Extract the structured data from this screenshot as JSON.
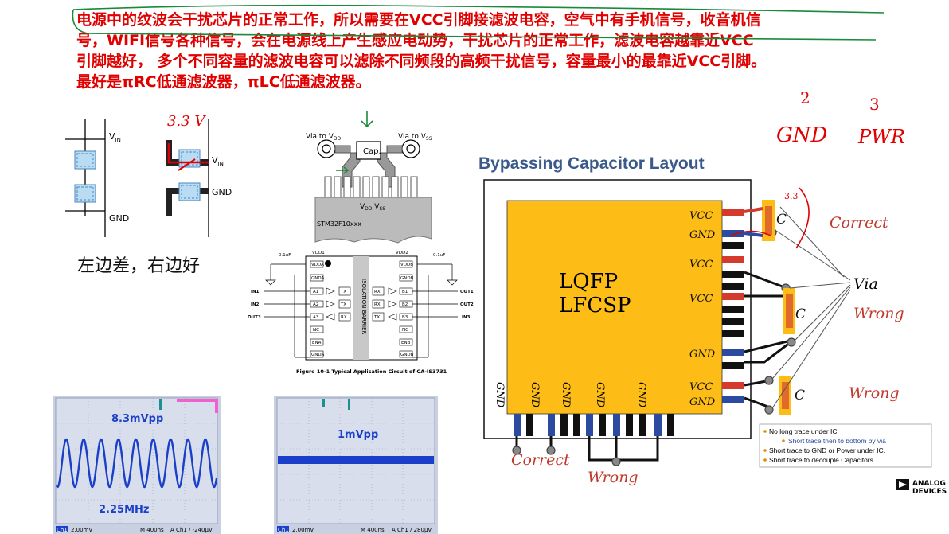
{
  "note": {
    "line1": "电源中的纹波会干扰芯片的正常工作，所以需要在VCC引脚接滤波电容，空气中有手机信号，收音机信",
    "line2": "号，WIFI信号各种信号，会在电源线上产生感应电动势，干扰芯片的正常工作，滤波电容越靠近VCC",
    "line3": "引脚越好， 多个不同容量的滤波电容可以滤除不同频段的高频干扰信号，容量最小的最靠近VCC引脚。",
    "line4": "最好是πRC低通滤波器，πLC低通滤波器。"
  },
  "handwriting": {
    "v33": "3.3 V",
    "n2": "2",
    "gnd": "GND",
    "n3": "3",
    "pwr": "PWR",
    "v33b": "3.3"
  },
  "left_compare": {
    "vin": "V",
    "vin_sub": "IN",
    "gnd": "GND",
    "caption": "左边差，右边好"
  },
  "stm": {
    "via_vdd": "Via to V",
    "via_vdd_sub": "DD",
    "via_vss": "Via to V",
    "via_vss_sub": "SS",
    "cap": "Cap.",
    "vdd": "V",
    "vdd_sub": "DD",
    "vss": "V",
    "vss_sub": "SS",
    "chip": "STM32F10xxx"
  },
  "iso": {
    "vdd1": "VDD1",
    "vdd2": "VDD2",
    "cap_l": "0.1uF",
    "cap_r": "0.1uF",
    "barrier": "ISOLATION BARRIER",
    "left_pins": [
      "VDDA",
      "GNDA",
      "A1",
      "A2",
      "A3",
      "NC",
      "ENA",
      "GNDA"
    ],
    "right_pins": [
      "VDDB",
      "GNDB",
      "B1",
      "B2",
      "B3",
      "NC",
      "ENB",
      "GNDB"
    ],
    "ch": [
      "TX",
      "TX",
      "RX"
    ],
    "ch_r": [
      "RX",
      "RX",
      "TX"
    ],
    "in_left": [
      "IN1",
      "IN2",
      "OUT3"
    ],
    "out_right": [
      "OUT1",
      "OUT2",
      "IN3"
    ],
    "caption": "Figure 10-1 Typical Application Circuit of CA-IS3731"
  },
  "scope1": {
    "vpp": "8.3mVpp",
    "freq": "2.25MHz",
    "status_ch": "Ch1",
    "status_v": "2.00mV",
    "status_m": "M 400ns",
    "status_a": "A  Ch1  ∕ -240μV"
  },
  "scope2": {
    "vpp": "1mVpp",
    "status_ch": "Ch1",
    "status_v": "2.00mV",
    "status_m": "M 400ns",
    "status_a": "A  Ch1  ∕  280μV"
  },
  "layout": {
    "title": "Bypassing Capacitor Layout",
    "chip_l1": "LQFP",
    "chip_l2": "LFCSP",
    "pins_right": [
      "VCC",
      "GND",
      "VCC",
      "VCC",
      "GND",
      "VCC",
      "GND"
    ],
    "pins_bottom": [
      "GND",
      "GND",
      "GND",
      "GND",
      "GND"
    ],
    "cap": "C",
    "correct": "Correct",
    "via": "Via",
    "wrong": "Wrong",
    "notes": [
      "No long trace under IC",
      "Short trace then to bottom by via",
      "Short trace to GND or Power under IC.",
      "Short trace to decouple Capacitors"
    ],
    "logo_l1": "ANALOG",
    "logo_l2": "DEVICES"
  },
  "colors": {
    "red": "#e00000",
    "chip": "#fdbd16",
    "title": "#3a5a8c",
    "scope_bg": "#c8cfe0",
    "wave": "#1a3fc8",
    "pin_red": "#d43b2c",
    "pin_blue": "#2b4aa0",
    "ink_green": "#1a8a3a"
  }
}
